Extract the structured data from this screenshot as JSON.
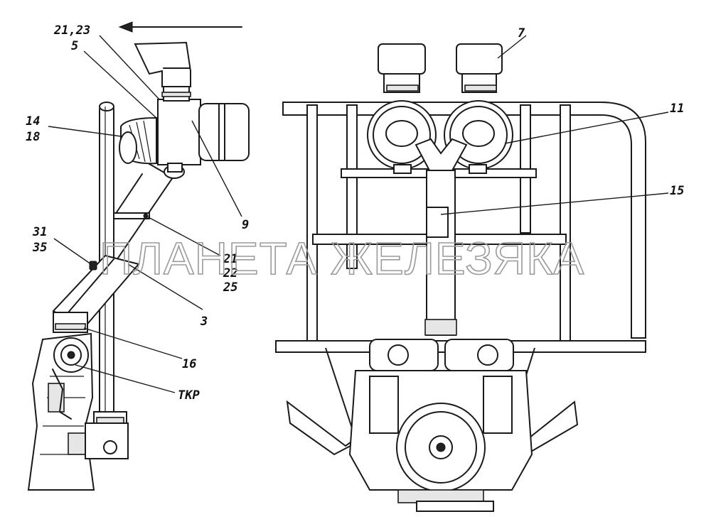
{
  "watermark": "ПЛАНЕТА ЖЕЛЕЗЯКА",
  "labels": {
    "l_21_23": "21,23",
    "l_5": "5",
    "l_14": "14",
    "l_18": "18",
    "l_9": "9",
    "l_31": "31",
    "l_35": "35",
    "l_21": "21",
    "l_22": "22",
    "l_25": "25",
    "l_3": "3",
    "l_16": "16",
    "l_tkr": "ТКР",
    "l_7": "7",
    "l_11": "11",
    "l_15": "15"
  },
  "icons": {
    "direction": "arrow-left-icon"
  }
}
